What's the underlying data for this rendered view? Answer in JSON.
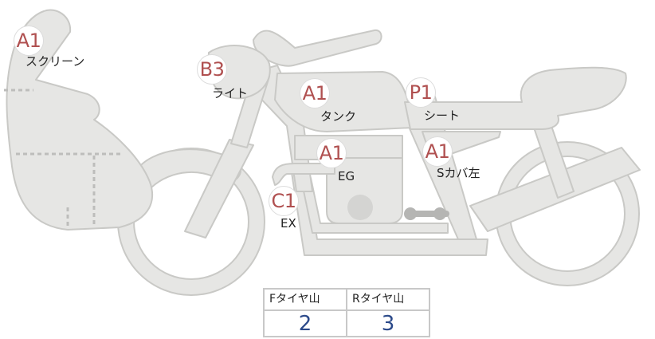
{
  "parts": [
    {
      "id": "screen",
      "code": "A1",
      "label": "スクリーン"
    },
    {
      "id": "light",
      "code": "B3",
      "label": "ライト"
    },
    {
      "id": "tank",
      "code": "A1",
      "label": "タンク"
    },
    {
      "id": "seat",
      "code": "P1",
      "label": "シート"
    },
    {
      "id": "engine",
      "code": "A1",
      "label": "EG"
    },
    {
      "id": "side-cover-left",
      "code": "A1",
      "label": "Sカバ左"
    },
    {
      "id": "exhaust",
      "code": "C1",
      "label": "EX"
    }
  ],
  "tread_table": {
    "headers": [
      "Fタイヤ山",
      "Rタイヤ山"
    ],
    "values": [
      "2",
      "3"
    ]
  },
  "colors": {
    "body_fill": "#e6e6e4",
    "body_stroke": "#c9c9c6",
    "badge_text": "#b05050",
    "tread_value": "#2c4a8a"
  }
}
